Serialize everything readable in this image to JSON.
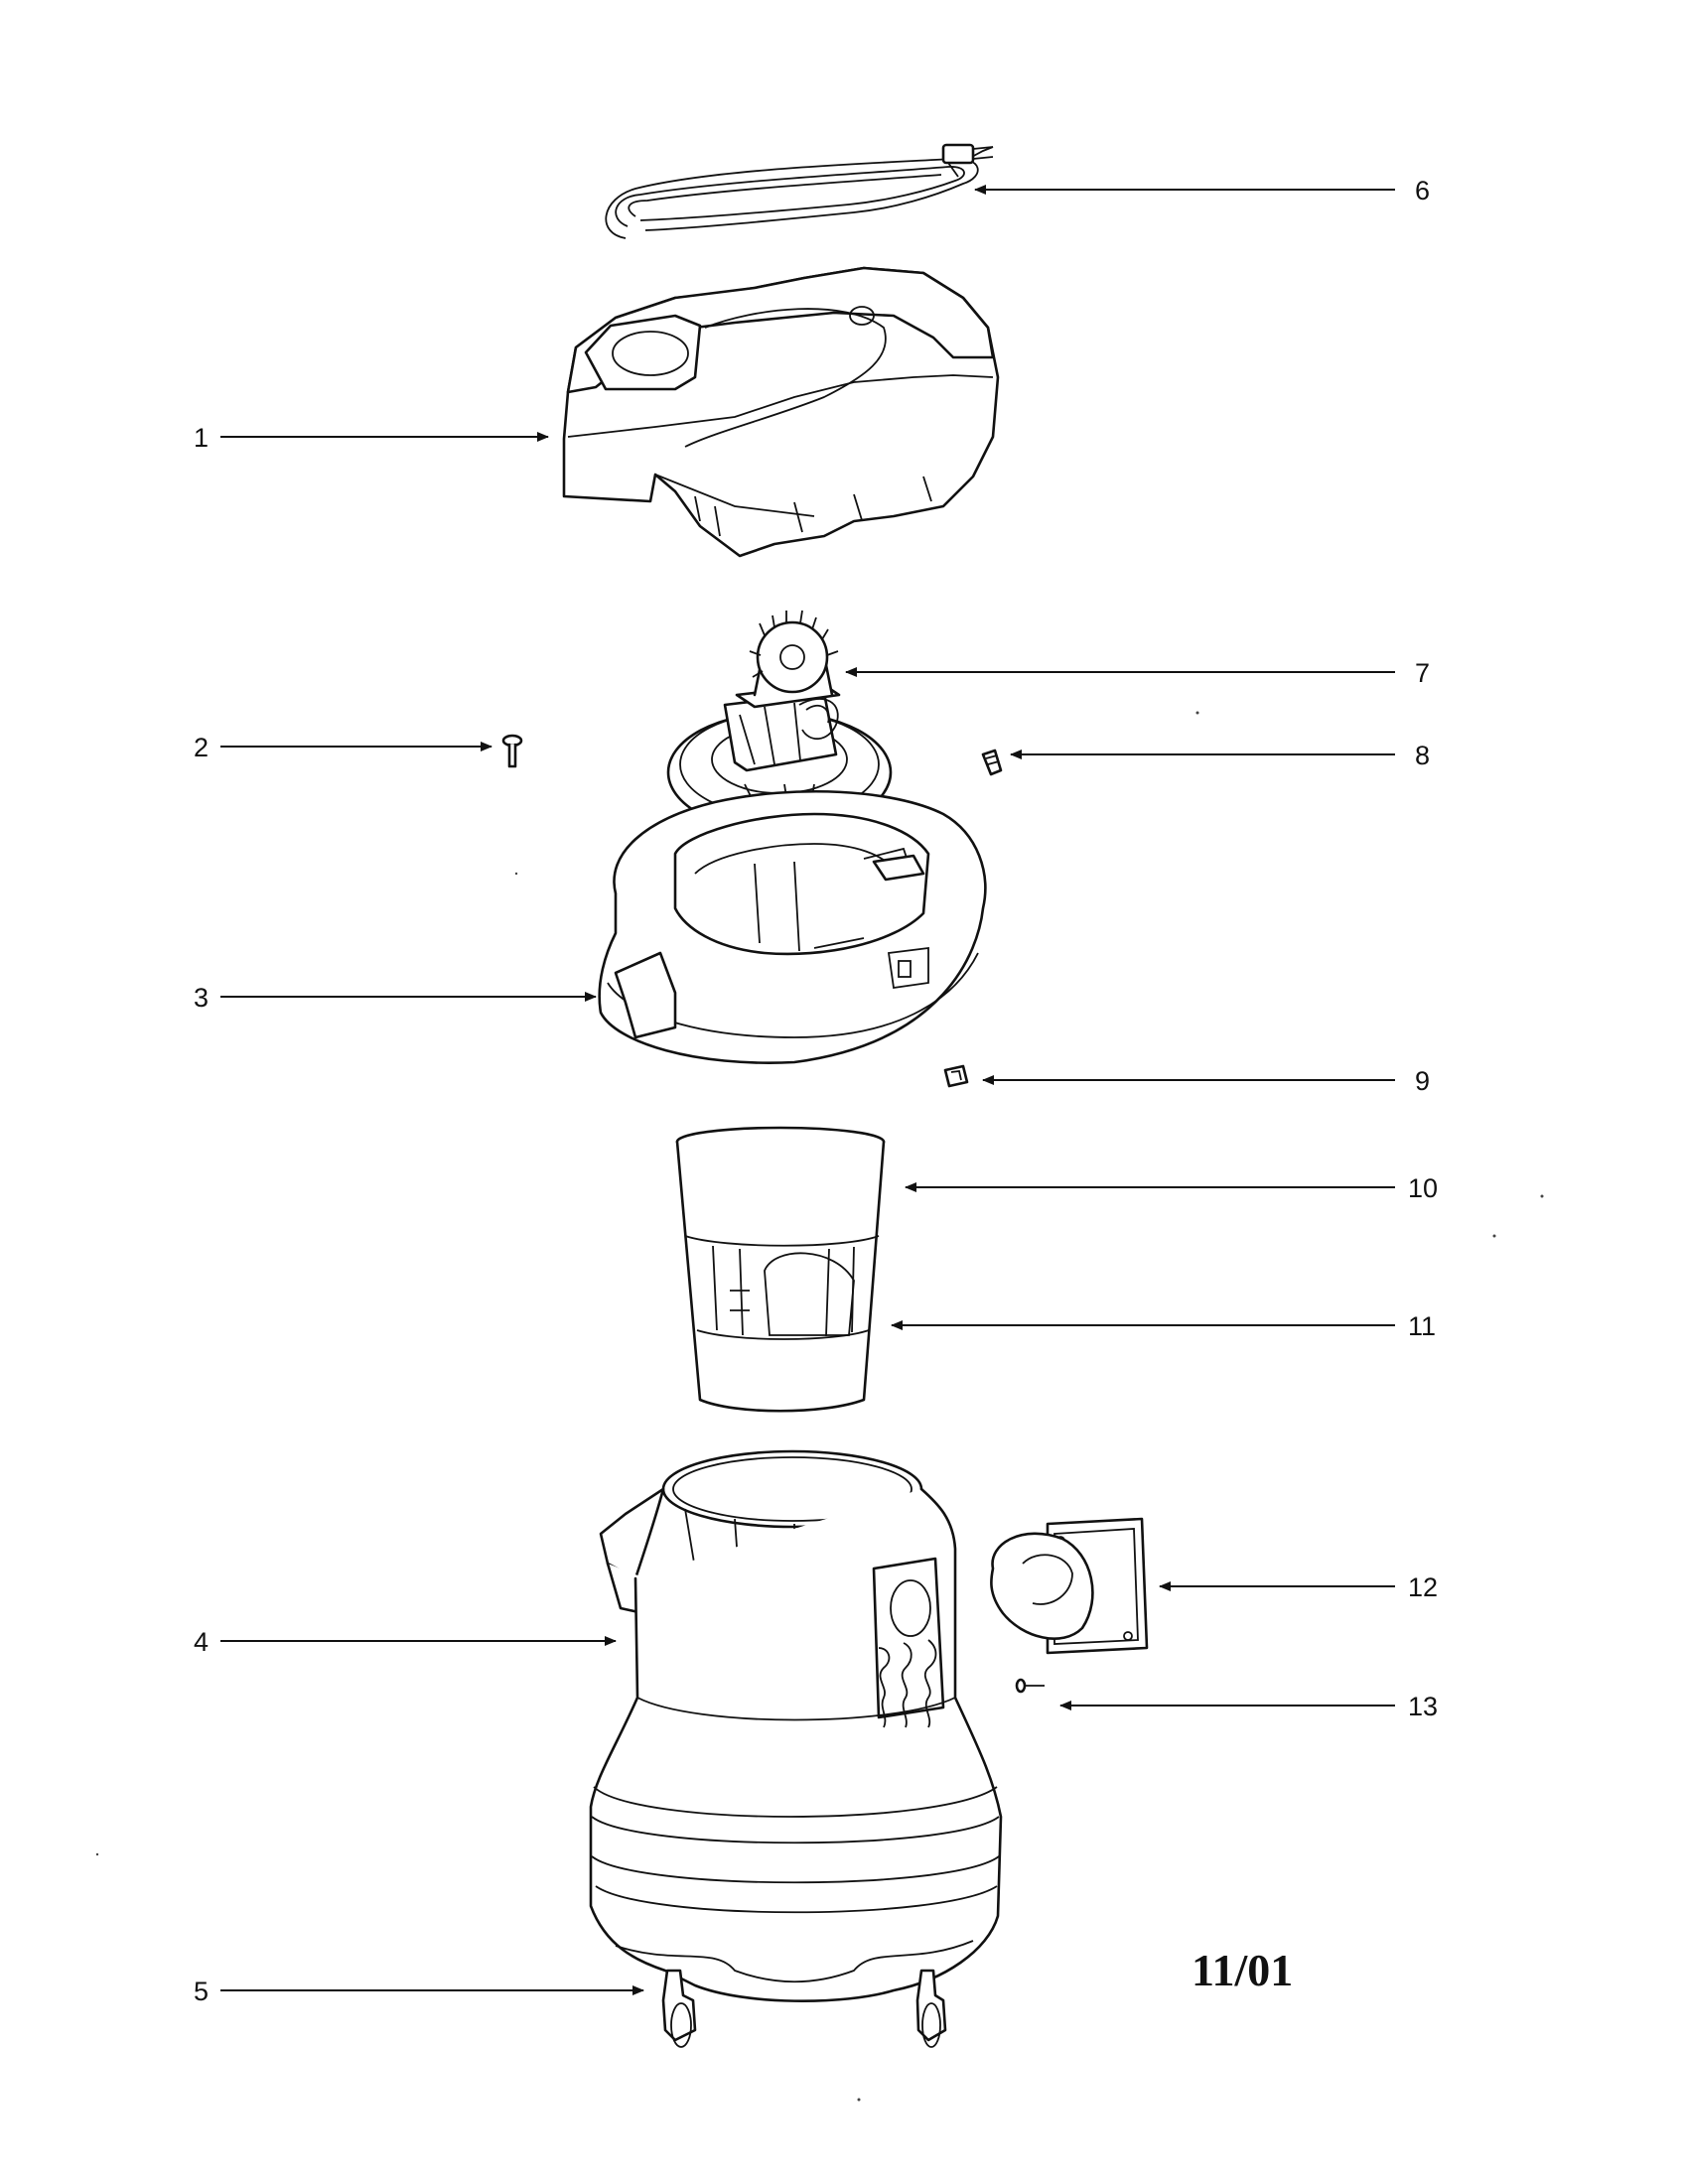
{
  "callouts": [
    {
      "id": "1",
      "label": "1"
    },
    {
      "id": "2",
      "label": "2"
    },
    {
      "id": "3",
      "label": "3"
    },
    {
      "id": "4",
      "label": "4"
    },
    {
      "id": "5",
      "label": "5"
    },
    {
      "id": "6",
      "label": "6"
    },
    {
      "id": "7",
      "label": "7"
    },
    {
      "id": "8",
      "label": "8"
    },
    {
      "id": "9",
      "label": "9"
    },
    {
      "id": "10",
      "label": "10"
    },
    {
      "id": "11",
      "label": "11"
    },
    {
      "id": "12",
      "label": "12"
    },
    {
      "id": "13",
      "label": "13"
    }
  ],
  "date_code": "11/01"
}
